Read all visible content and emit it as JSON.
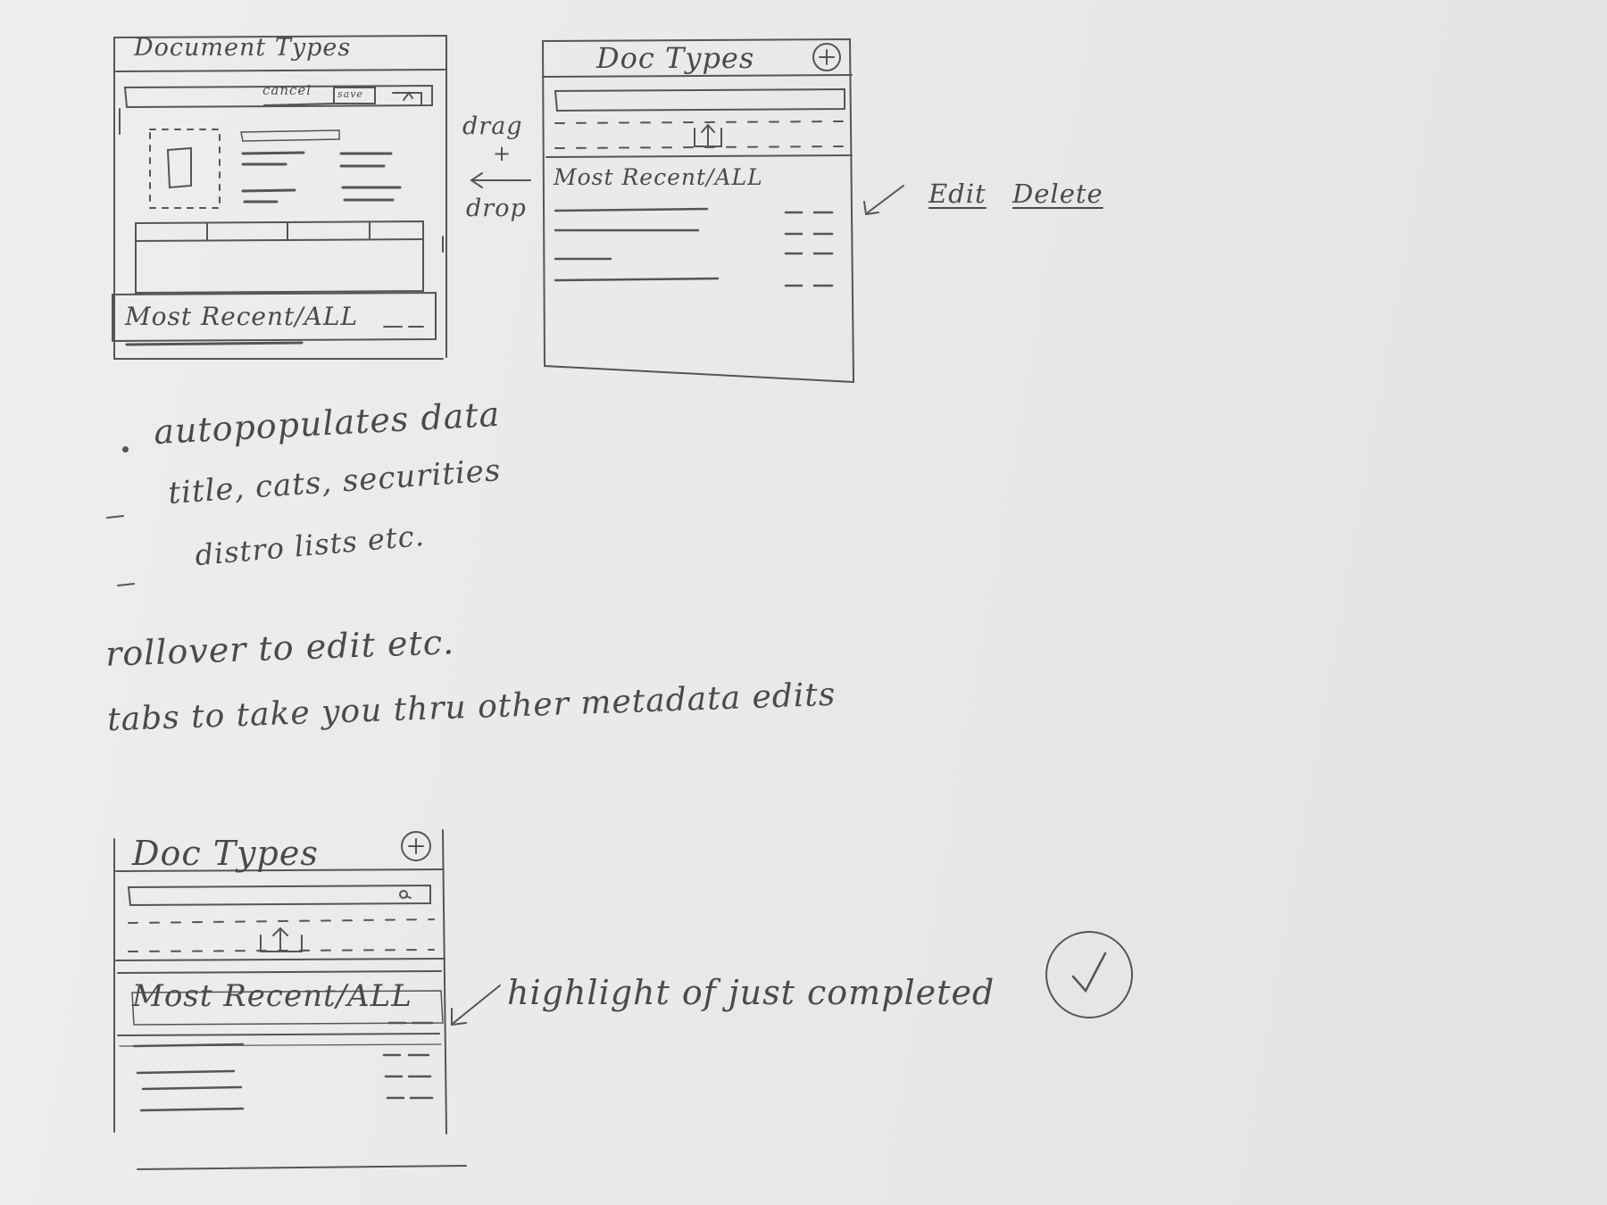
{
  "sketch1": {
    "title": "Document Types",
    "cancel_label": "cancel",
    "save_label": "save",
    "footer_label": "Most Recent/ALL"
  },
  "transfer": {
    "drag": "drag",
    "plus": "+",
    "drop": "drop"
  },
  "sketch2": {
    "title": "Doc Types",
    "add_icon": "plus-circle-icon",
    "upload_icon": "upload-icon",
    "list_label": "Most Recent/ALL",
    "annotation": {
      "edit": "Edit",
      "delete": "Delete"
    }
  },
  "notes": {
    "autopopulates": "autopopulates data",
    "line2": "title, cats, securities",
    "line3": "distro lists etc.",
    "rollover": "rollover to edit etc.",
    "tabs": "tabs to take you thru other metadata edits"
  },
  "sketch3": {
    "title": "Doc Types",
    "add_icon": "plus-circle-icon",
    "search_icon": "search-icon",
    "upload_icon": "upload-icon",
    "list_label": "Most Recent/ALL",
    "annotation": "highlight of just completed",
    "check_icon": "check-circle-icon"
  },
  "colors": {
    "paper": "#ececea",
    "pencil": "#4a4a4a"
  }
}
